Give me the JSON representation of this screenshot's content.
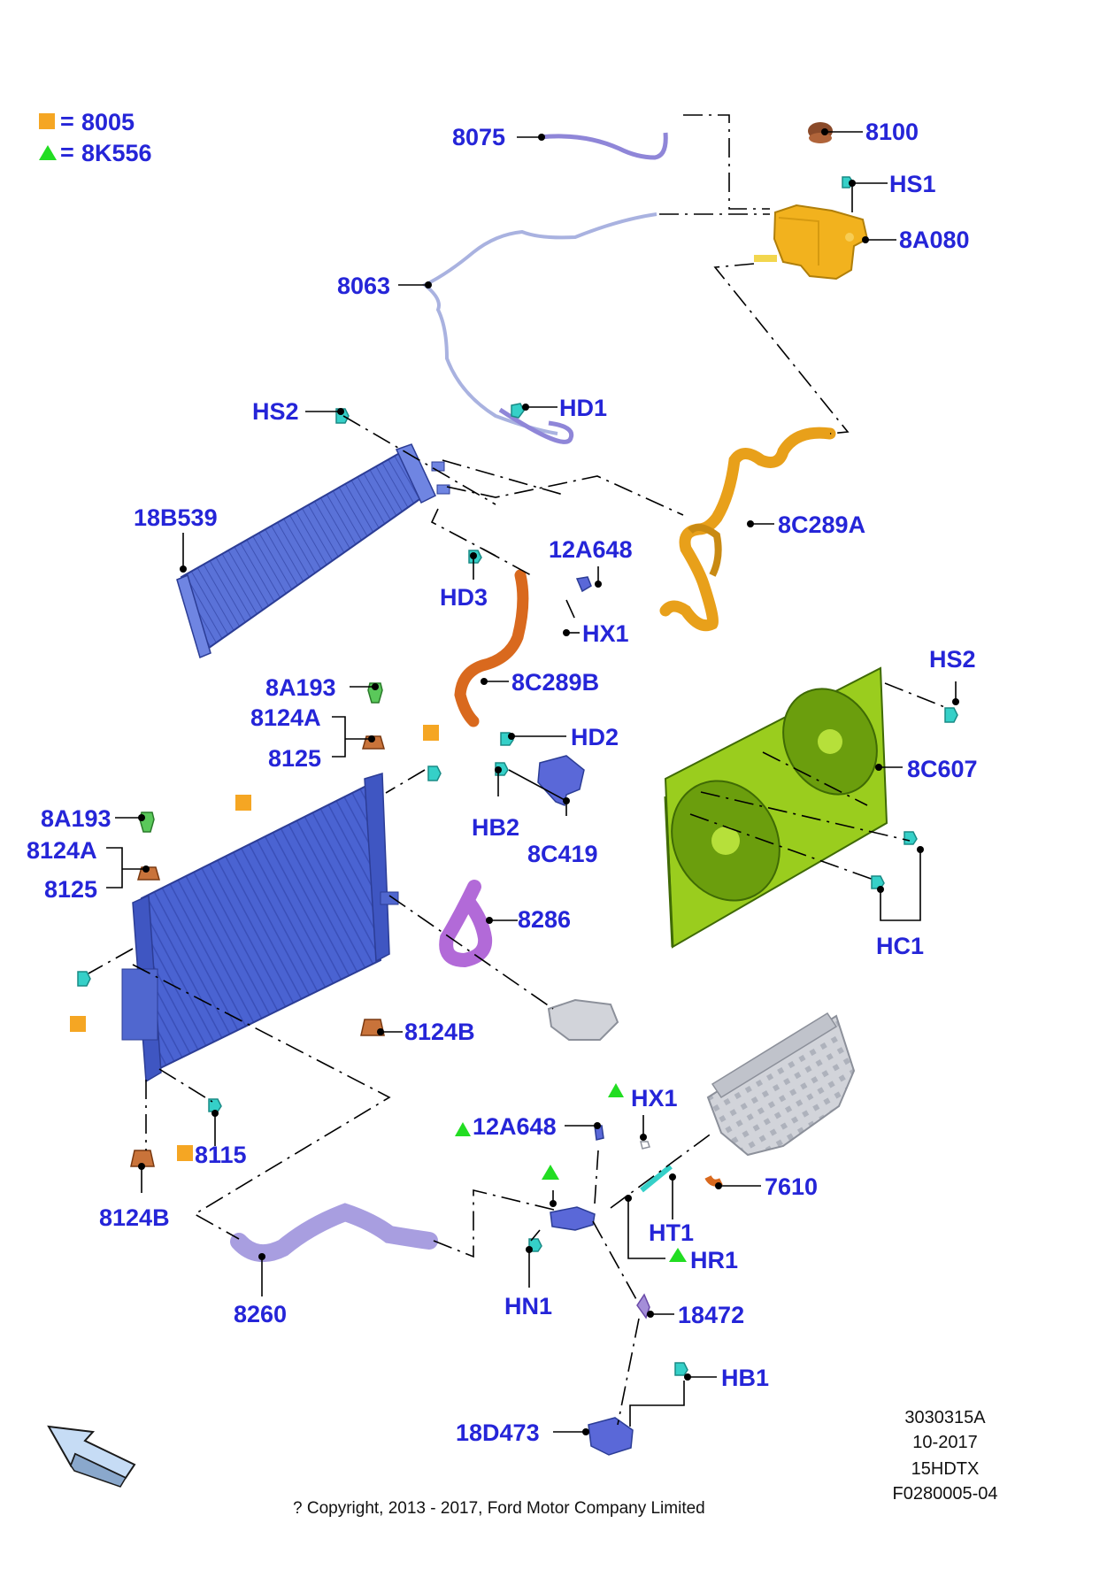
{
  "legend": [
    {
      "symbol": "square",
      "color": "#f5a623",
      "code": "8005"
    },
    {
      "symbol": "triangle",
      "color": "#22dd22",
      "code": "8K556"
    }
  ],
  "labels": {
    "l_8075": "8075",
    "l_8100": "8100",
    "l_hs1": "HS1",
    "l_8a080": "8A080",
    "l_8063": "8063",
    "l_hs2_top": "HS2",
    "l_hd1": "HD1",
    "l_18b539": "18B539",
    "l_8c289a": "8C289A",
    "l_12a648_top": "12A648",
    "l_hd3": "HD3",
    "l_hx1_top": "HX1",
    "l_8c289b": "8C289B",
    "l_hs2_right": "HS2",
    "l_8a193_a": "8A193",
    "l_8124a_a": "8124A",
    "l_8125_a": "8125",
    "l_hd2": "HD2",
    "l_8c607": "8C607",
    "l_hb2": "HB2",
    "l_8c419": "8C419",
    "l_8a193_b": "8A193",
    "l_8124a_b": "8124A",
    "l_8125_b": "8125",
    "l_hc1": "HC1",
    "l_8286": "8286",
    "l_8124b_a": "8124B",
    "l_hx1_bot": "HX1",
    "l_12a648_bot": "12A648",
    "l_8115": "8115",
    "l_7610": "7610",
    "l_8124b_b": "8124B",
    "l_ht1": "HT1",
    "l_hr1": "HR1",
    "l_8260": "8260",
    "l_hn1": "HN1",
    "l_18472": "18472",
    "l_hb1": "HB1",
    "l_18d473": "18D473"
  },
  "reference": {
    "line1": "3030315A",
    "line2": "10-2017",
    "line3": "15HDTX",
    "line4": "F0280005-04"
  },
  "copyright": "? Copyright, 2013 - 2017, Ford Motor Company Limited",
  "colors": {
    "label": "#2525d8",
    "radiator": "#4a63d2",
    "expansion_tank": "#f2b21e",
    "fan_shroud": "#9acd1e",
    "hose_orange": "#e8a01a",
    "hose_rust": "#d9691e",
    "hose_lavender": "#a89ee0",
    "clip_cyan": "#35d0c8",
    "bushing_brown": "#c9733a",
    "engine_grey": "#d2d4da"
  },
  "icons": [
    "expansion-tank-icon",
    "cap-icon",
    "radiator-icon",
    "intercooler-icon",
    "fan-shroud-icon",
    "hose-icon",
    "clip-icon",
    "engine-block-icon",
    "direction-arrow-icon"
  ]
}
